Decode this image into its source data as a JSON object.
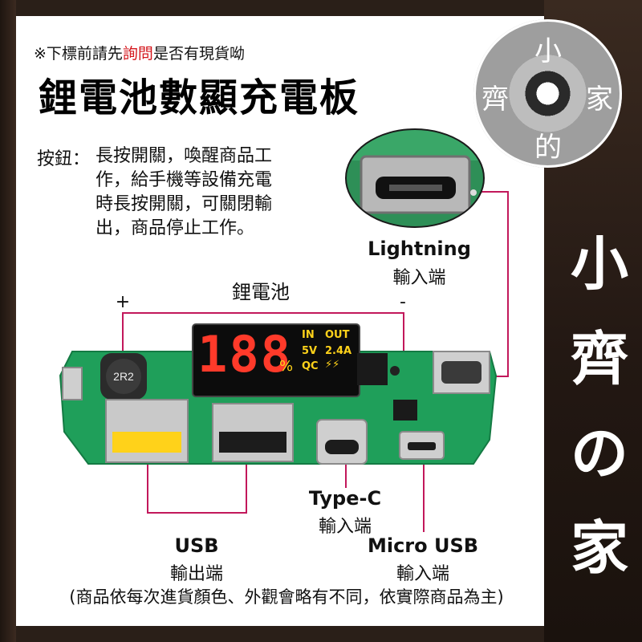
{
  "notice": {
    "prefix": "※下標前請先",
    "highlight": "詢問",
    "suffix": "是否有現貨呦"
  },
  "headline": "鋰電池數顯充電板",
  "logo_chars": [
    "小",
    "齊",
    "家",
    "的"
  ],
  "brand_vertical": [
    "小",
    "齊",
    "の",
    "家"
  ],
  "button": {
    "label": "按鈕：",
    "lines": [
      "長按開關，喚醒商品工",
      "作，給手機等設備充電",
      "時長按開關，可關閉輸",
      "出，商品停止工作。"
    ]
  },
  "battery": {
    "label": "鋰電池",
    "plus": "+",
    "minus": "-"
  },
  "display": {
    "digits": "188",
    "percent": "%",
    "in": "IN",
    "out": "OUT",
    "v5": "5V",
    "a24": "2.4A",
    "qc": "QC",
    "bolt": "⚡⚡"
  },
  "board": {
    "inductor": "2R2"
  },
  "lightning": {
    "title": "Lightning",
    "sub": "輸入端"
  },
  "typec": {
    "title": "Type-C",
    "sub": "輸入端"
  },
  "usb": {
    "title": "USB",
    "sub": "輸出端"
  },
  "micro": {
    "title": "Micro USB",
    "sub": "輸入端"
  },
  "footer": "(商品依每次進貨顏色、外觀會略有不同，依實際商品為主)",
  "colors": {
    "line": "#c2185b",
    "notice_highlight": "#d4161c",
    "pcb": "#1f9f5a"
  }
}
